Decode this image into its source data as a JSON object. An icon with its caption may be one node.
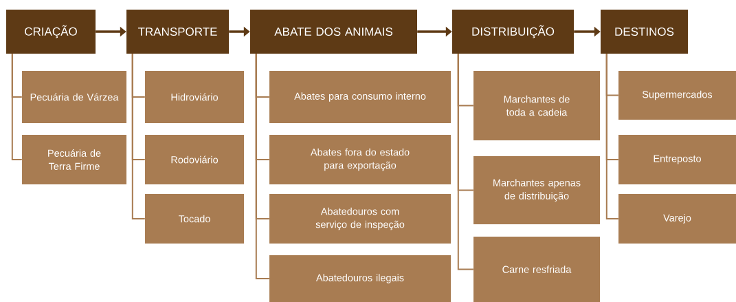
{
  "diagram": {
    "nodes": [
      {
        "text": [
          "CRIAÇÃO"
        ]
      },
      {
        "text": [
          "Pecuária de Várzea"
        ]
      },
      {
        "text": [
          "Pecuária de Terra Firme"
        ]
      },
      {
        "text": [
          "TRANSPORTE"
        ]
      },
      {
        "text": [
          "Hidroviário"
        ]
      },
      {
        "text": [
          "Rodoviário"
        ]
      },
      {
        "text": [
          "Tocado"
        ]
      },
      {
        "text": [
          "ABATE DOS ANIMAIS"
        ]
      },
      {
        "text": [
          "Abates para consumo interno"
        ]
      },
      {
        "text": [
          "Abates fora do estado para exportação"
        ]
      },
      {
        "text": [
          "Abatedouros com serviço de inspeção"
        ]
      },
      {
        "text": [
          "Abatedouros ilegais"
        ]
      },
      {
        "text": [
          "DISTRIBUIÇÃO"
        ]
      },
      {
        "text": [
          "Marchantes de toda a cadeia"
        ]
      },
      {
        "text": [
          "Marchantes apenas de distribuição"
        ]
      },
      {
        "text": [
          "Carne resfriada"
        ]
      },
      {
        "text": [
          "DESTINOS"
        ]
      },
      {
        "text": [
          "Supermercados"
        ]
      },
      {
        "text": [
          "Entreposto"
        ]
      },
      {
        "text": [
          "Varejo"
        ]
      }
    ],
    "edges": [
      {
        "from": 0,
        "to": 3,
        "arrow": "to"
      },
      {
        "from": 3,
        "to": 7,
        "arrow": "to"
      },
      {
        "from": 7,
        "to": 12,
        "arrow": "to"
      },
      {
        "from": 12,
        "to": 16,
        "arrow": "to"
      },
      {
        "from": 0,
        "to": 1,
        "arrow": "none"
      },
      {
        "from": 0,
        "to": 2,
        "arrow": "none"
      },
      {
        "from": 3,
        "to": 4,
        "arrow": "none"
      },
      {
        "from": 3,
        "to": 5,
        "arrow": "none"
      },
      {
        "from": 3,
        "to": 6,
        "arrow": "none"
      },
      {
        "from": 7,
        "to": 8,
        "arrow": "none"
      },
      {
        "from": 7,
        "to": 9,
        "arrow": "none"
      },
      {
        "from": 7,
        "to": 10,
        "arrow": "none"
      },
      {
        "from": 7,
        "to": 11,
        "arrow": "none"
      },
      {
        "from": 12,
        "to": 13,
        "arrow": "none"
      },
      {
        "from": 12,
        "to": 14,
        "arrow": "none"
      },
      {
        "from": 12,
        "to": 15,
        "arrow": "none"
      },
      {
        "from": 16,
        "to": 17,
        "arrow": "none"
      },
      {
        "from": 16,
        "to": 18,
        "arrow": "none"
      },
      {
        "from": 16,
        "to": 19,
        "arrow": "none"
      }
    ]
  }
}
